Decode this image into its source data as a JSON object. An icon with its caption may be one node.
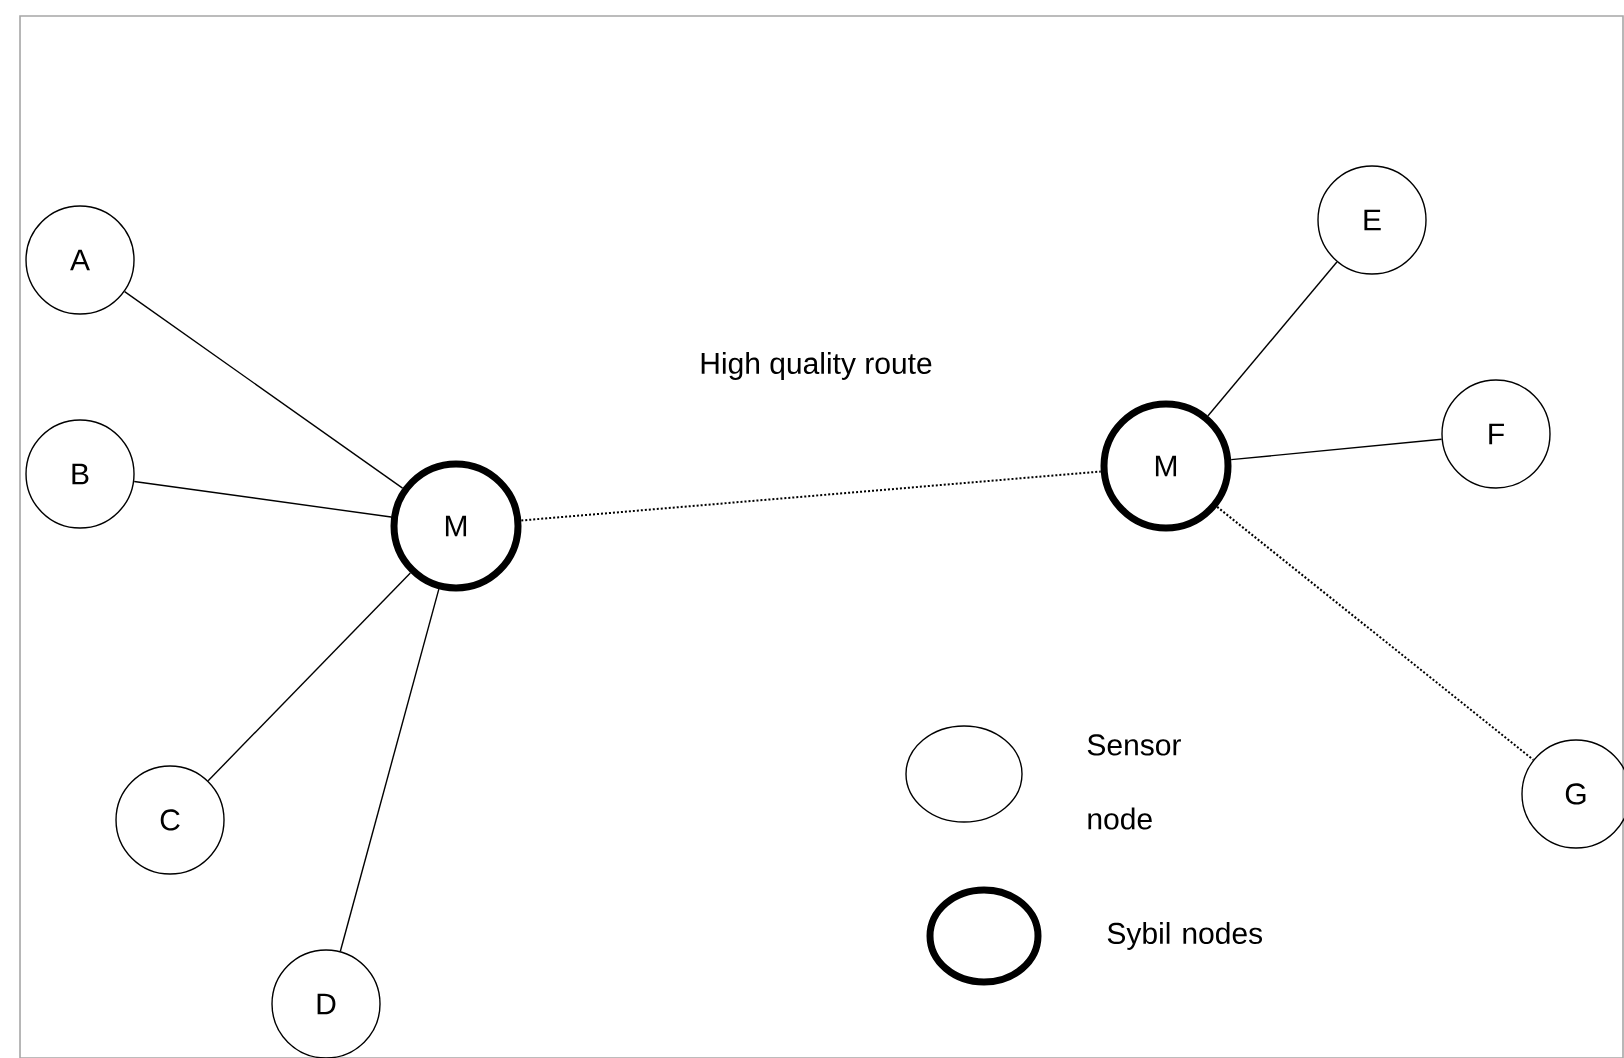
{
  "diagram": {
    "nodes": [
      {
        "text": [
          "A"
        ]
      },
      {
        "text": [
          "B"
        ]
      },
      {
        "text": [
          "C"
        ]
      },
      {
        "text": [
          "D"
        ]
      },
      {
        "text": [
          "M"
        ]
      },
      {
        "text": [
          "M"
        ]
      },
      {
        "text": [
          "E"
        ]
      },
      {
        "text": [
          "F"
        ]
      },
      {
        "text": [
          "G"
        ]
      }
    ],
    "edges": [
      {
        "from": 0,
        "to": 4,
        "arrow": "none"
      },
      {
        "from": 1,
        "to": 4,
        "arrow": "none"
      },
      {
        "from": 2,
        "to": 4,
        "arrow": "none"
      },
      {
        "from": 3,
        "to": 4,
        "arrow": "none"
      },
      {
        "from": 4,
        "to": 5,
        "arrow": "none",
        "style": "dashed",
        "label": "High quality route"
      },
      {
        "from": 5,
        "to": 6,
        "arrow": "none"
      },
      {
        "from": 5,
        "to": 7,
        "arrow": "none"
      },
      {
        "from": 5,
        "to": 8,
        "arrow": "none",
        "style": "dashed"
      }
    ],
    "legend": [
      {
        "text": "Sensor node"
      },
      {
        "text": "Sybil nodes"
      }
    ]
  }
}
